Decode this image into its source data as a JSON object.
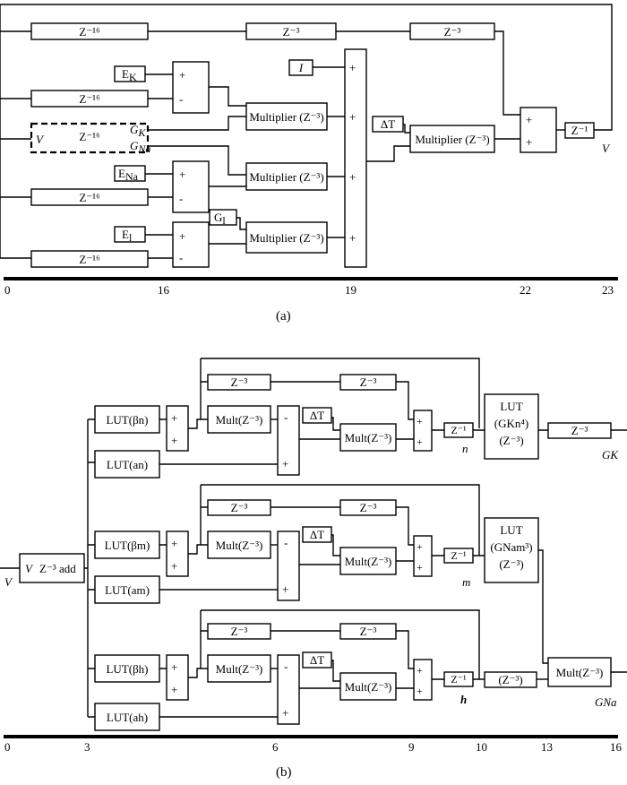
{
  "a": {
    "caption": "(a)",
    "axis_ticks": [
      "0",
      "16",
      "19",
      "22",
      "23"
    ],
    "delay16": "Z⁻¹⁶",
    "delay3": "Z⁻³",
    "delay1": "Z⁻¹",
    "multiplier": "Multiplier (Z⁻³)",
    "EK": "E",
    "EK_sub": "K",
    "ENa": "E",
    "ENa_sub": "Na",
    "El": "E",
    "El_sub": "l",
    "Gl": "G",
    "Gl_sub": "l",
    "GK": "G",
    "GK_sub": "K",
    "GNa": "G",
    "GNa_sub": "Na",
    "I": "I",
    "dT": "ΔT",
    "V": "V",
    "plus": "+",
    "minus": "-"
  },
  "b": {
    "caption": "(b)",
    "axis_ticks": [
      "0",
      "3",
      "6",
      "9",
      "10",
      "13",
      "16"
    ],
    "V": "V",
    "vadd": "Z⁻³ add",
    "lut_beta_n": "LUT(βn)",
    "lut_a_n": "LUT(an)",
    "lut_beta_m": "LUT(βm)",
    "lut_a_m": "LUT(am)",
    "lut_beta_h": "LUT(βh)",
    "lut_a_h": "LUT(ah)",
    "mult": "Mult(Z⁻³)",
    "delay3": "Z⁻³",
    "delay3p": "(Z⁻³)",
    "delay1": "Z⁻¹",
    "dT": "ΔT",
    "n": "n",
    "m": "m",
    "h": "h",
    "lut": "LUT",
    "lut_gk": "(GKn⁴)",
    "lut_gna": "(GNam³)",
    "lut_z": "(Z⁻³)",
    "GK": "GK",
    "GNa": "GNa",
    "plus": "+",
    "minus": "-"
  }
}
